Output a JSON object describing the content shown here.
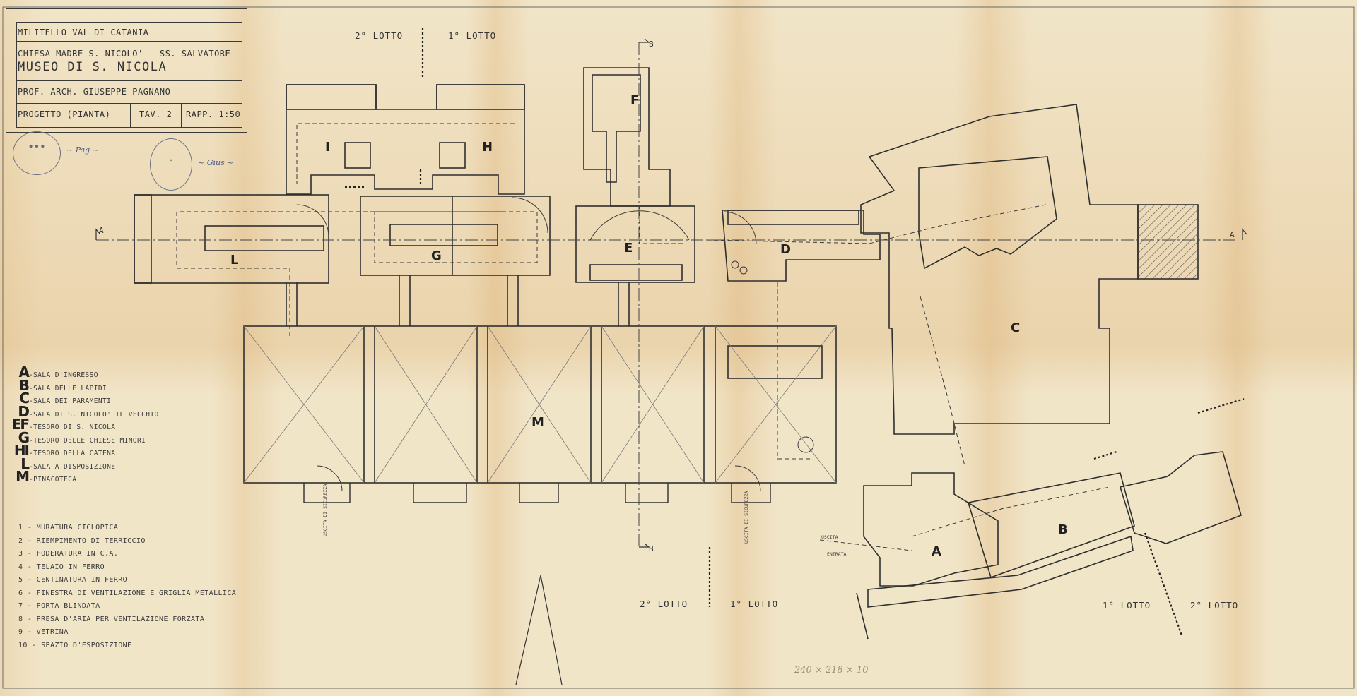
{
  "title_block": {
    "location": "MILITELLO VAL DI CATANIA",
    "church": "CHIESA MADRE S. NICOLO' - SS. SALVATORE",
    "museum": "MUSEO DI S. NICOLA",
    "architect": "PROF. ARCH. GIUSEPPE PAGNANO",
    "drawing": "PROGETTO (PIANTA)",
    "table": "TAV. 2",
    "scale": "RAPP. 1:50"
  },
  "rooms_legend": [
    {
      "letter": "A",
      "text": "-SALA D'INGRESSO"
    },
    {
      "letter": "B",
      "text": "-SALA DELLE LAPIDI"
    },
    {
      "letter": "C",
      "text": "-SALA DEI PARAMENTI"
    },
    {
      "letter": "D",
      "text": "-SALA DI S. NICOLO' IL VECCHIO"
    },
    {
      "letter": "EF",
      "text": "-TESORO DI S. NICOLA"
    },
    {
      "letter": "G",
      "text": "-TESORO DELLE CHIESE MINORI"
    },
    {
      "letter": "HI",
      "text": "-TESORO DELLA CATENA"
    },
    {
      "letter": "L",
      "text": "-SALA A DISPOSIZIONE"
    },
    {
      "letter": "M",
      "text": "-PINACOTECA"
    }
  ],
  "notes_legend": [
    "1 - MURATURA CICLOPICA",
    "2 - RIEMPIMENTO DI TERRICCIO",
    "3 - FODERATURA IN C.A.",
    "4 - TELAIO IN FERRO",
    "5 - CENTINATURA IN FERRO",
    "6 - FINESTRA DI VENTILAZIONE E GRIGLIA METALLICA",
    "7 - PORTA BLINDATA",
    "8 - PRESA D'ARIA PER VENTILAZIONE FORZATA",
    "9 - VETRINA",
    "10 - SPAZIO D'ESPOSIZIONE"
  ],
  "lotti": {
    "top_left": "2° LOTTO",
    "top_right": "1° LOTTO",
    "bottom_mid_left": "2° LOTTO",
    "bottom_mid_right": "1° LOTTO",
    "bottom_right_left": "1° LOTTO",
    "bottom_right_right": "2° LOTTO"
  },
  "room_letters": {
    "A": "A",
    "B": "B",
    "C": "C",
    "D": "D",
    "E": "E",
    "F": "F",
    "G": "G",
    "H": "H",
    "I": "I",
    "L": "L",
    "M": "M"
  },
  "section_marks": {
    "a_left": "A",
    "a_right": "A",
    "b_top": "B",
    "b_bottom": "B"
  },
  "door_labels": {
    "uscita_sicurezza_1": "USCITA DI SICUREZZA",
    "uscita_sicurezza_2": "USCITA DI SICUREZZA",
    "uscita": "USCITA",
    "entrata": "ENTRATA"
  },
  "pencil_note": "240 × 218 × 10",
  "colors": {
    "paper": "#f1e5c8",
    "ink": "#2b2b2b",
    "hatch": "#555555",
    "stamp": "#5a6a8a"
  }
}
